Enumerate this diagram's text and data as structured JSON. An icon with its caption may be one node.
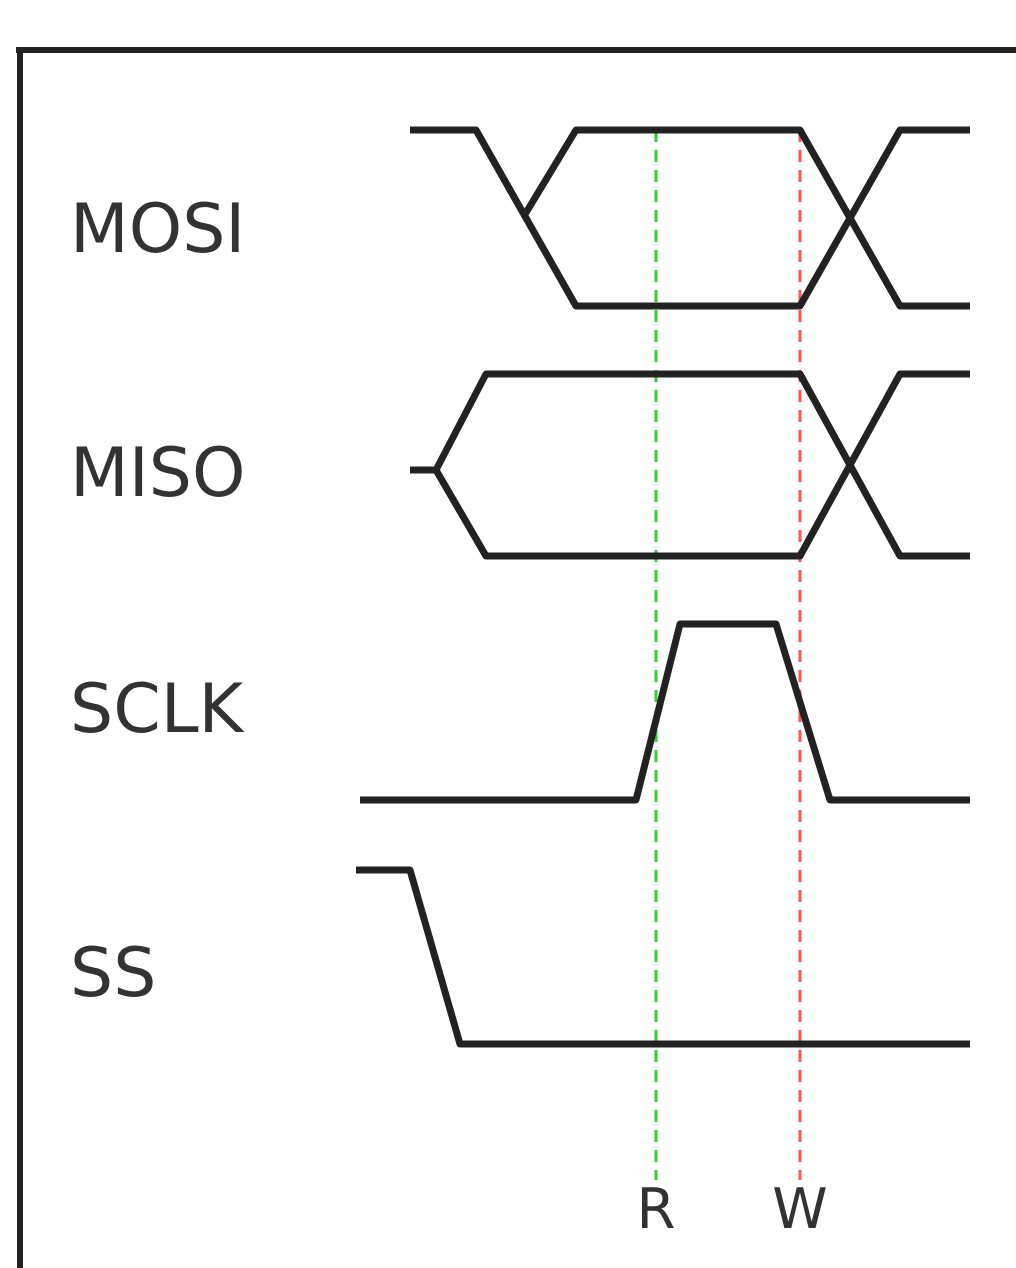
{
  "diagram": {
    "labels": [
      "MOSI",
      "MISO",
      "SCLK",
      "SS",
      "R",
      "W"
    ]
  }
}
